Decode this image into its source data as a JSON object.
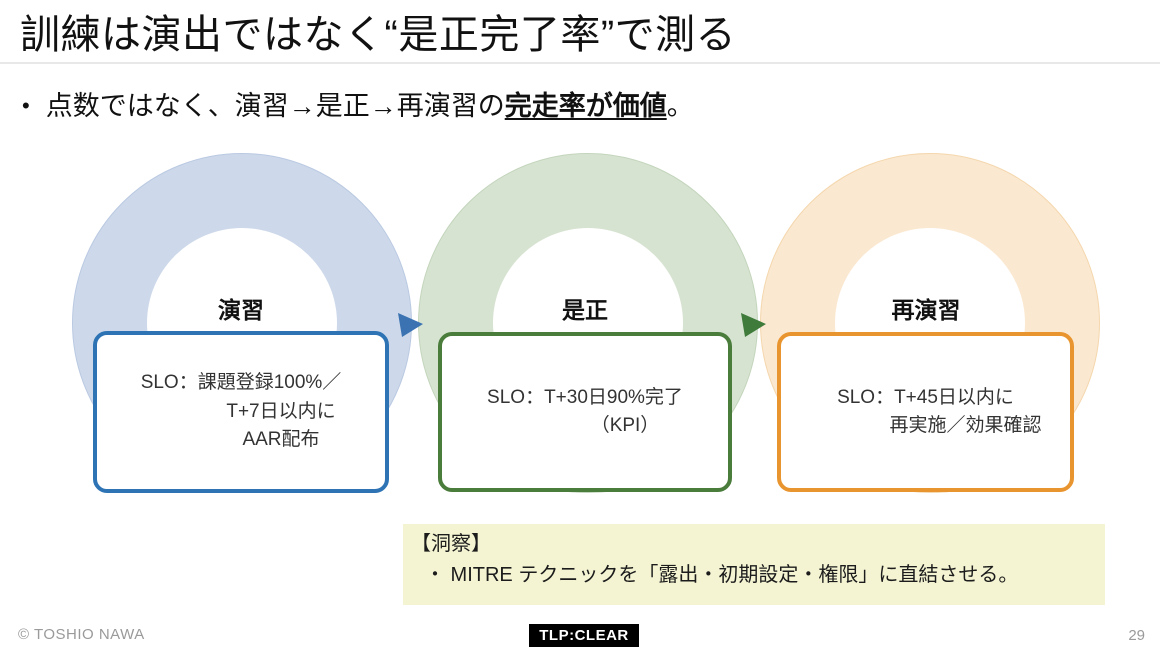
{
  "slide": {
    "title": "訓練は演出ではなく“是正完了率”で測る",
    "bullet": {
      "marker": "•",
      "prefix": "点数ではなく、演習→是正→再演習の",
      "emphasis": "完走率が価値",
      "suffix": "。"
    },
    "stages": [
      {
        "label": "演習",
        "slo_lines": [
          "SLO：課題登録100%／",
          "T+7日以内に",
          "AAR配布"
        ],
        "ring_fill": "#cdd9ea",
        "ring_border": "#bac9e2",
        "box_border": "#2e74b5"
      },
      {
        "label": "是正",
        "slo_lines": [
          "SLO：T+30日90%完了",
          "（KPI）"
        ],
        "ring_fill": "#d7e3d1",
        "ring_border": "#c3d5bc",
        "box_border": "#4a7c3b"
      },
      {
        "label": "再演習",
        "slo_lines": [
          "SLO：T+45日以内に",
          "再実施／効果確認"
        ],
        "ring_fill": "#fbe8d1",
        "ring_border": "#f4d7ad",
        "box_border": "#e9952f"
      }
    ],
    "arrows": [
      {
        "color": "#3a72b2"
      },
      {
        "color": "#3f7b3b"
      }
    ],
    "insight": {
      "bg": "#f4f4d3",
      "heading": "【洞察】",
      "bullet": "・ MITRE テクニックを「露出・初期設定・権限」に直結させる。"
    },
    "footer": {
      "copyright": "© TOSHIO NAWA",
      "tlp": "TLP:CLEAR",
      "page": "29"
    }
  }
}
